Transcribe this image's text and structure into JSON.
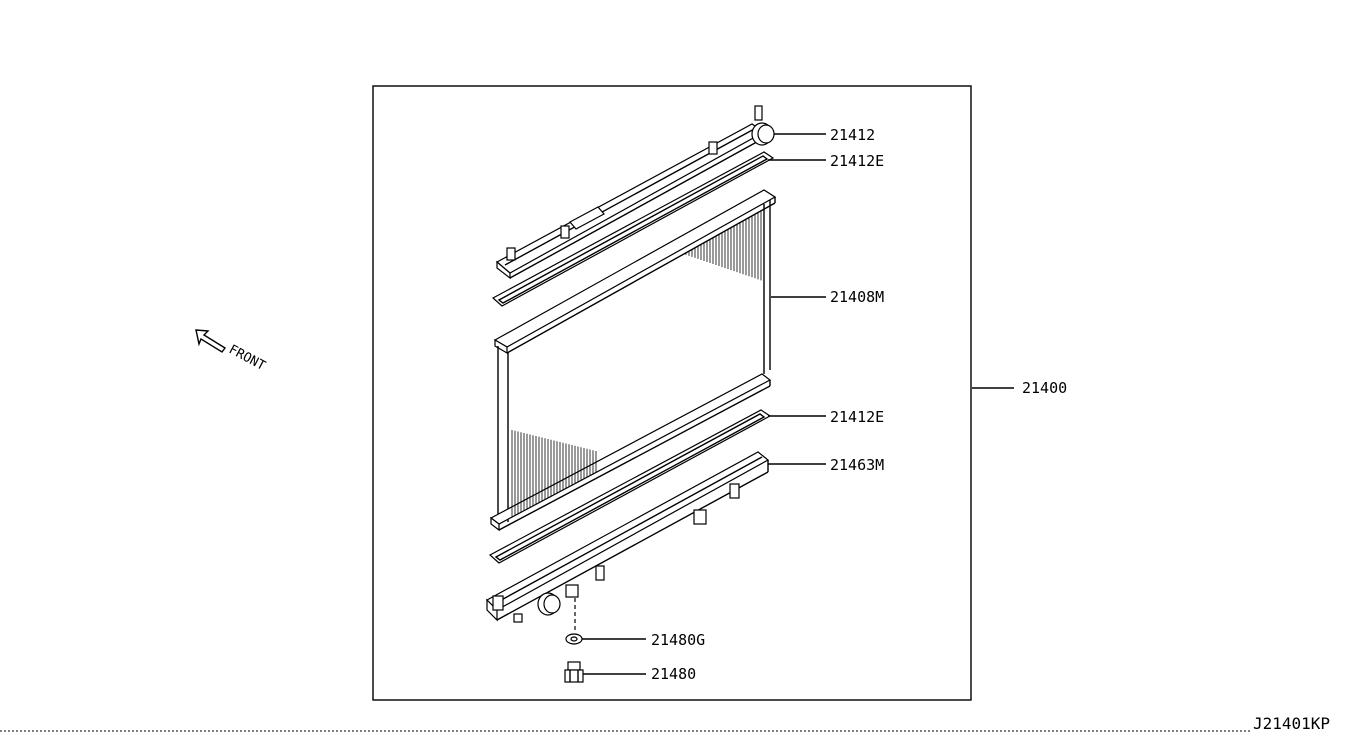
{
  "diagram": {
    "callouts": [
      {
        "id": "cap-top",
        "label": "21412"
      },
      {
        "id": "seal-upper",
        "label": "21412E"
      },
      {
        "id": "core",
        "label": "21408M"
      },
      {
        "id": "assembly",
        "label": "21400"
      },
      {
        "id": "seal-lower",
        "label": "21412E"
      },
      {
        "id": "tank-lower",
        "label": "21463M"
      },
      {
        "id": "drain-gasket",
        "label": "21480G"
      },
      {
        "id": "drain-plug",
        "label": "21480"
      }
    ],
    "front_label": "FRONT",
    "figure_code": "J21401KP"
  }
}
